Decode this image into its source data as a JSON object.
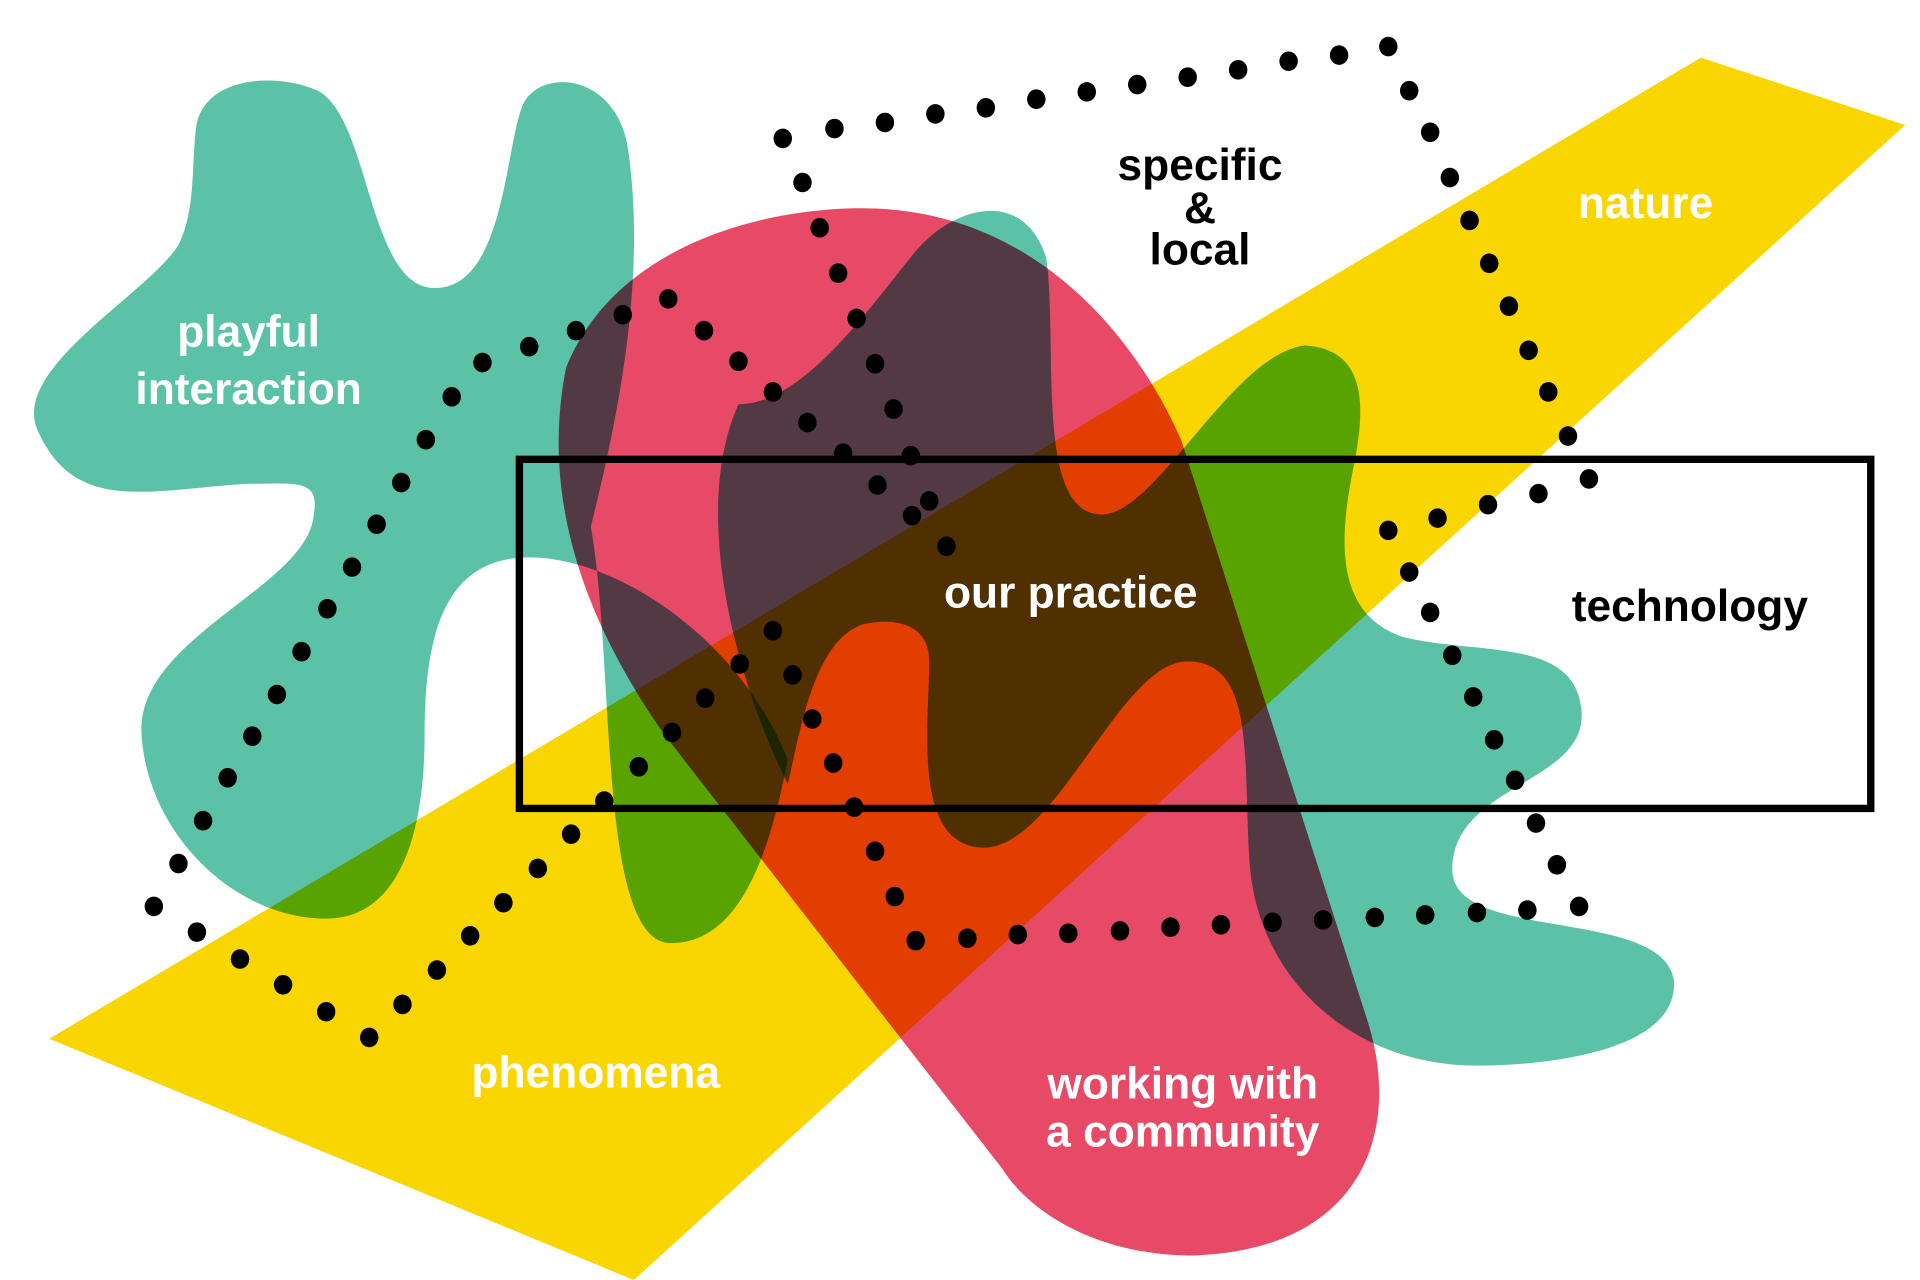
{
  "colors": {
    "teal": "#5bc2a7",
    "yellow": "#fad600",
    "pink": "#e5405f",
    "dots": "#000000",
    "frame": "#000000",
    "label_light": "#ffffff",
    "label_dark": "#000000"
  },
  "labels": {
    "playful_line1": "playful",
    "playful_line2": "interaction",
    "specific_line1": "specific",
    "specific_line2": "&",
    "specific_line3": "local",
    "nature": "nature",
    "our_practice": "our practice",
    "technology": "technology",
    "phenomena": "phenomena",
    "community_line1": "working with",
    "community_line2": "a community"
  }
}
